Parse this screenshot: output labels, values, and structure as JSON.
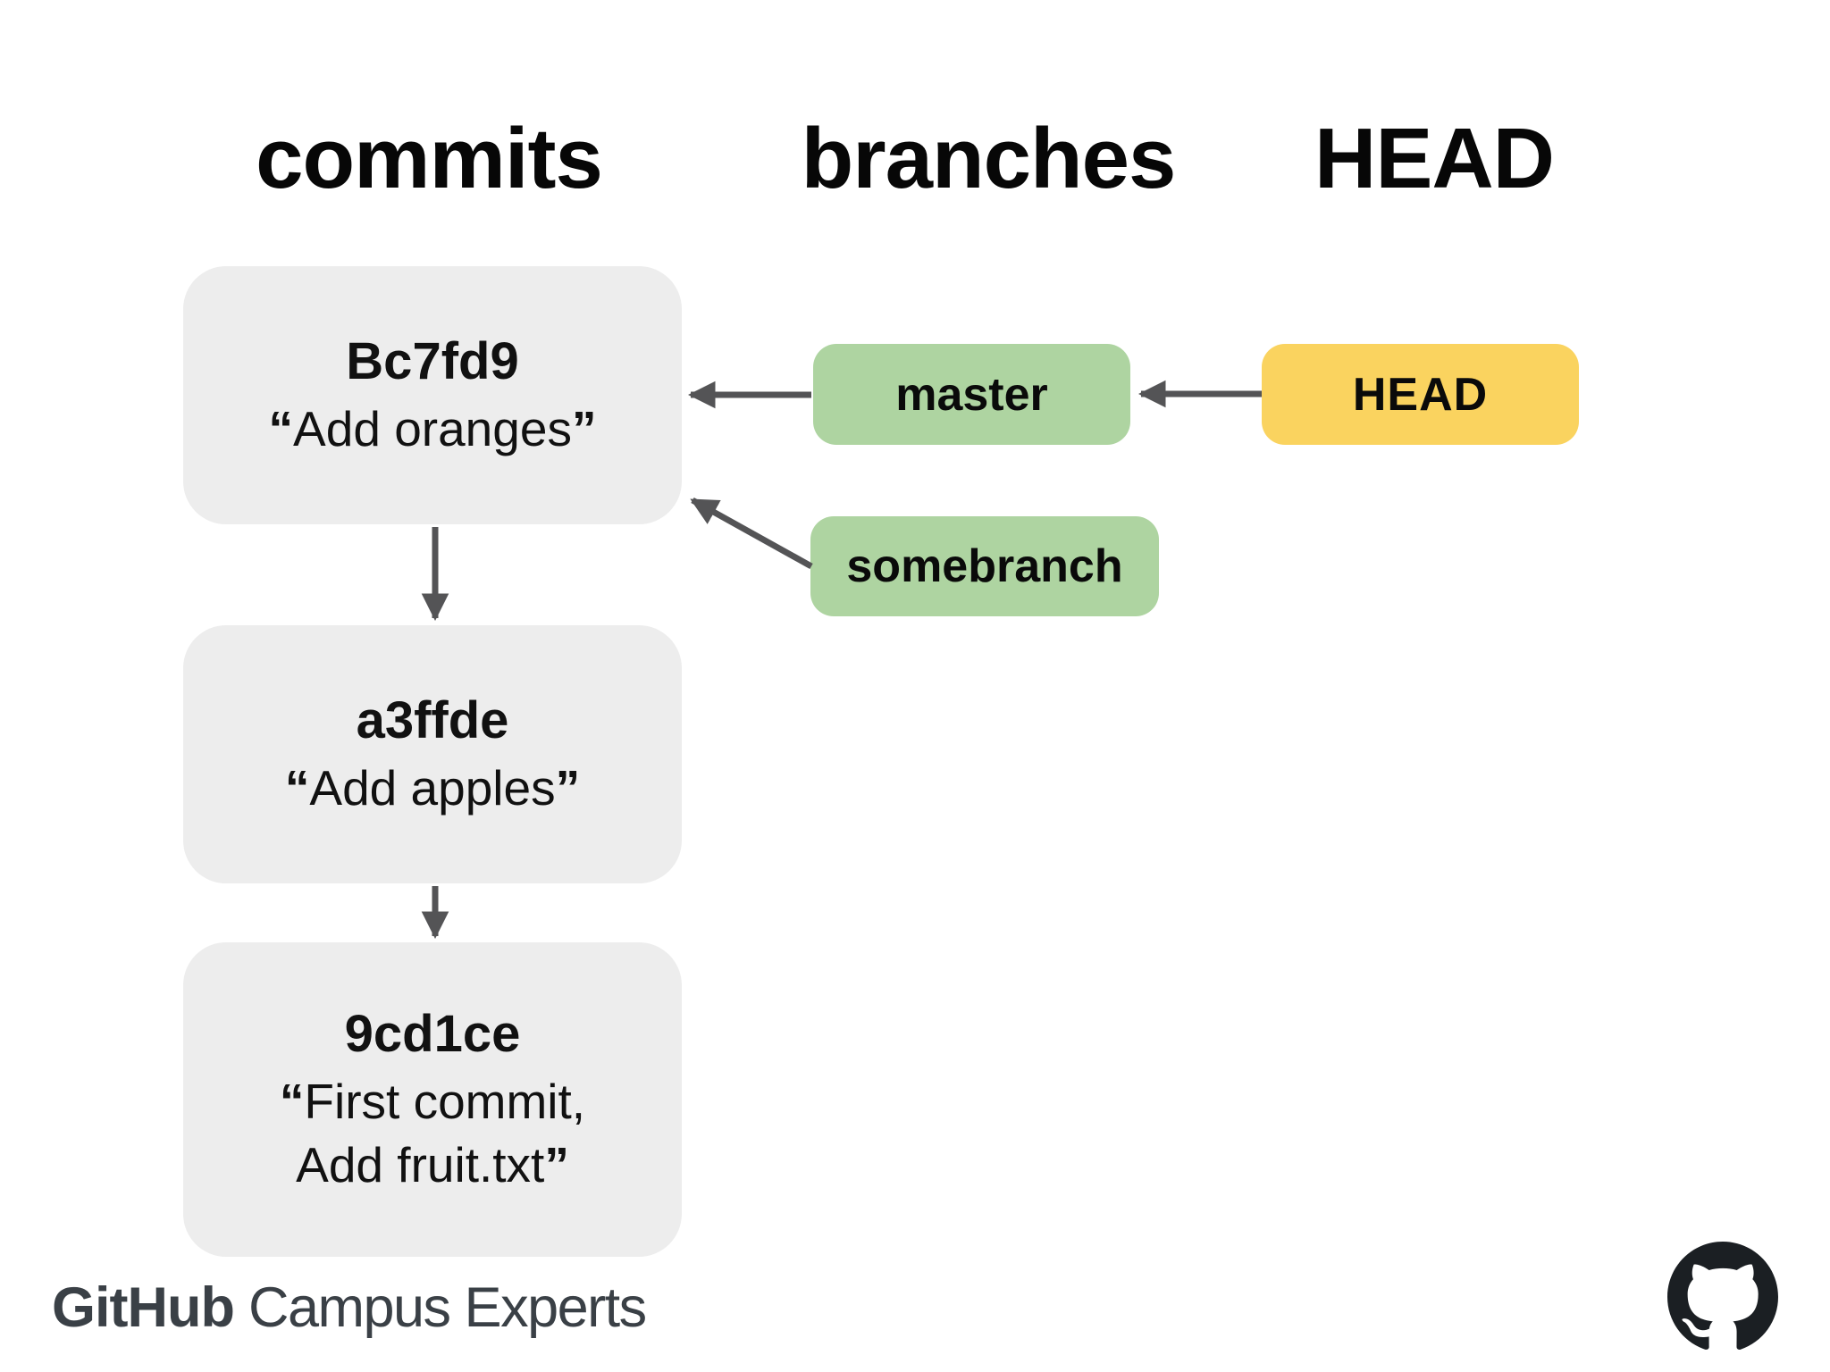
{
  "colors": {
    "commit_box": "#ededed",
    "branch_box": "#aed4a1",
    "head_box": "#fad35f",
    "arrow": "#545456",
    "heading_text": "#070707",
    "body_text": "#111111",
    "footer_text": "#3a4046",
    "octocat": "#1b1f23"
  },
  "headers": {
    "commits": "commits",
    "branches": "branches",
    "head": "HEAD"
  },
  "commits": [
    {
      "id": "Bc7fd9",
      "open_quote": "“",
      "message": "Add oranges",
      "close_quote": "”"
    },
    {
      "id": "a3ffde",
      "open_quote": "“",
      "message": "Add apples",
      "close_quote": "”"
    },
    {
      "id": "9cd1ce",
      "open_quote": "“",
      "message_line1": "First commit,",
      "message_line2": "Add fruit.txt",
      "close_quote": "”"
    }
  ],
  "branches": [
    {
      "label": "master"
    },
    {
      "label": "somebranch"
    }
  ],
  "head": {
    "label": "HEAD"
  },
  "footer": {
    "brand_bold": "GitHub",
    "brand_regular": "Campus Experts"
  },
  "icons": {
    "octocat": "github-octocat-logo"
  }
}
